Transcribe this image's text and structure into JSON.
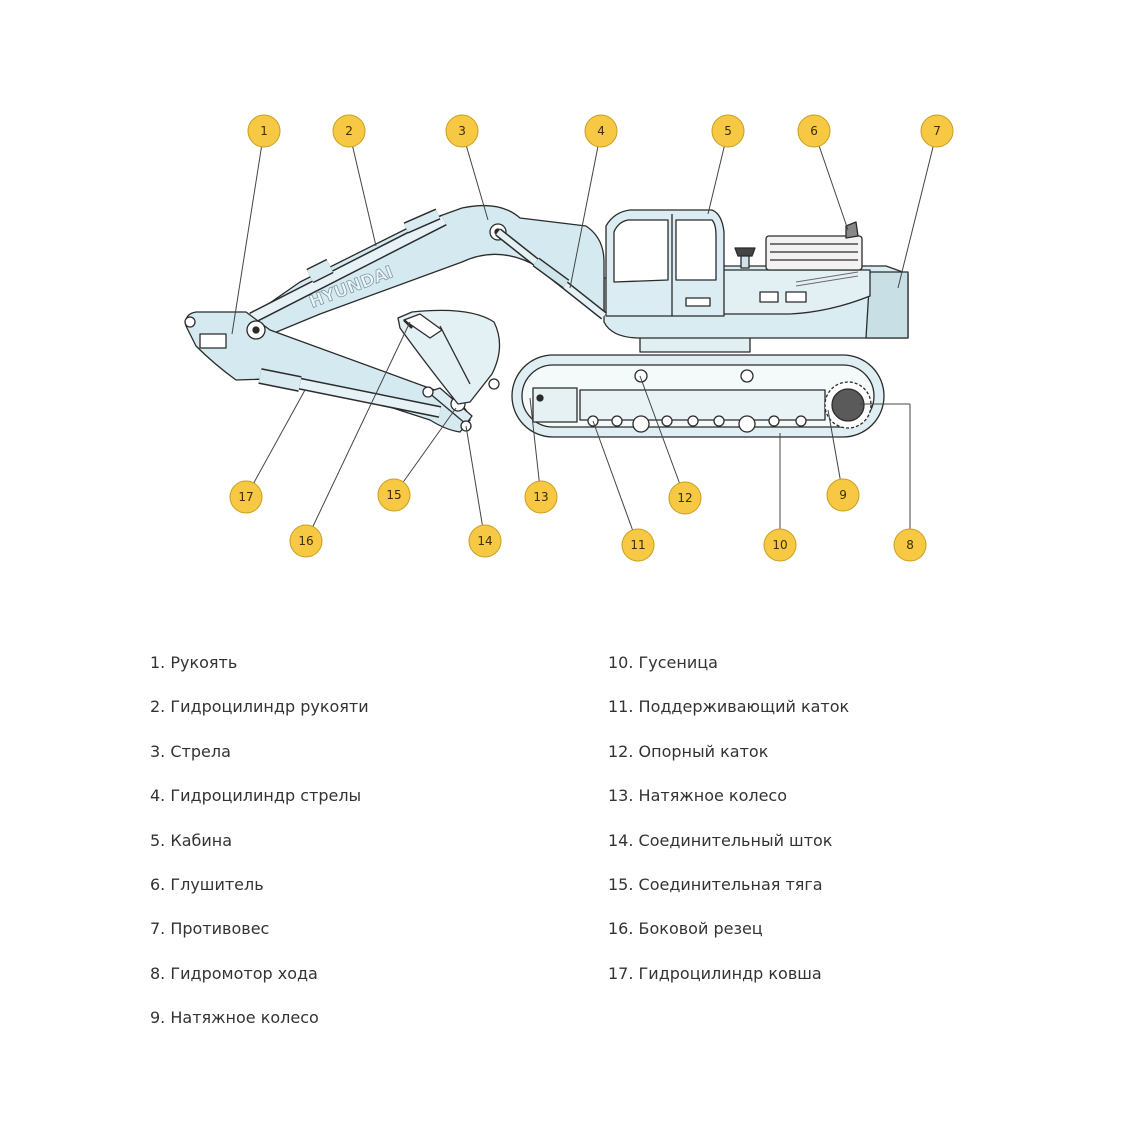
{
  "diagram": {
    "brand": "HYUNDAI",
    "callout_color": "#F7C843",
    "body_color": "#D8ECF1",
    "outline_color": "#2B2B2B",
    "callouts": [
      "1",
      "2",
      "3",
      "4",
      "5",
      "6",
      "7",
      "8",
      "9",
      "10",
      "11",
      "12",
      "13",
      "14",
      "15",
      "16",
      "17"
    ]
  },
  "legend": {
    "left": [
      "1. Рукоять",
      "2. Гидроцилиндр рукояти",
      "3. Стрела",
      "4. Гидроцилиндр стрелы",
      "5. Кабина",
      "6. Глушитель",
      "7. Противовес",
      "8. Гидромотор хода",
      "9. Натяжное колесо"
    ],
    "right": [
      "10. Гусеница",
      "11. Поддерживающий каток",
      "12. Опорный каток",
      "13. Натяжное колесо",
      "14. Соединительный шток",
      "15. Соединительная тяга",
      "16. Боковой резец",
      "17. Гидроцилиндр ковша"
    ]
  }
}
